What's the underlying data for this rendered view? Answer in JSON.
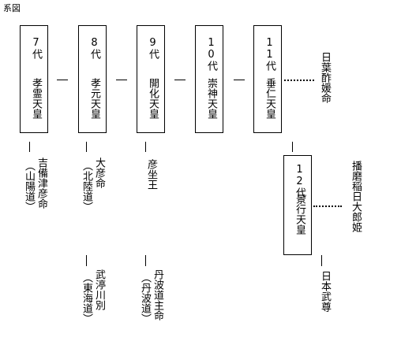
{
  "title": "系図",
  "emperors": [
    {
      "gen": "7代",
      "name": "孝霊天皇"
    },
    {
      "gen": "8代",
      "name": "孝元天皇"
    },
    {
      "gen": "9代",
      "name": "開化天皇"
    },
    {
      "gen": "10代",
      "name": "崇神天皇"
    },
    {
      "gen": "11代",
      "name": "垂仁天皇"
    },
    {
      "gen": "12代",
      "name": "景行天皇"
    }
  ],
  "children": {
    "kibitsuhiko": {
      "name": "吉備津彦命",
      "region": "（山陽道）"
    },
    "ohiko": {
      "name": "大彦命",
      "region": "（北陸道）"
    },
    "takenunakawawake": {
      "name": "武渟川別",
      "region": "（東海道）"
    },
    "hikoimasu": {
      "name": "彦坐王"
    },
    "tanbamichinushi": {
      "name": "丹波道主命",
      "region": "（丹波道）"
    },
    "hibasuhime": {
      "name": "日葉酢媛命"
    },
    "harimainabi": {
      "name": "播磨稲日大郎姫"
    },
    "yamatotakeru": {
      "name": "日本武尊"
    }
  }
}
